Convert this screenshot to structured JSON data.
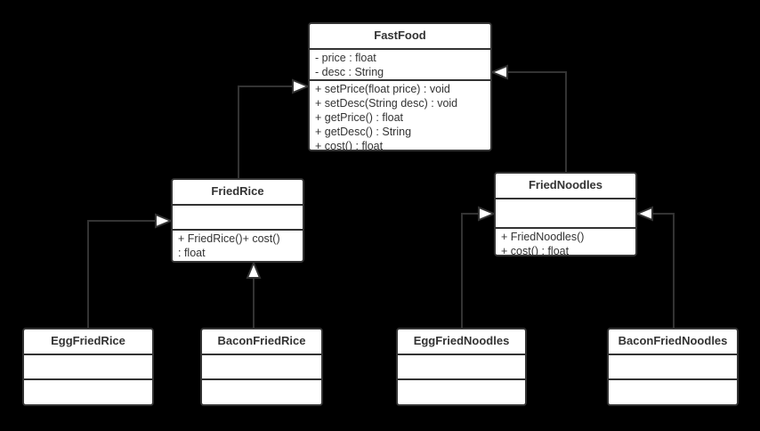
{
  "diagram": {
    "type": "uml-class-diagram",
    "colors": {
      "background": "#000000",
      "box_fill": "#ffffff",
      "stroke": "#333333",
      "text": "#333333"
    },
    "classes": {
      "fastfood": {
        "name": "FastFood",
        "attributes": [
          "- price : float",
          "- desc : String"
        ],
        "methods": [
          "+ setPrice(float price) : void",
          "+ setDesc(String desc) : void",
          "+ getPrice() : float",
          "+ getDesc() : String",
          "+ cost() : float"
        ]
      },
      "friedrice": {
        "name": "FriedRice",
        "attributes": [],
        "methods": [
          "+ FriedRice()+ cost()",
          ": float"
        ]
      },
      "friednoodles": {
        "name": "FriedNoodles",
        "attributes": [],
        "methods": [
          "+ FriedNoodles()",
          "+ cost() : float"
        ]
      },
      "eggfriedrice": {
        "name": "EggFriedRice",
        "attributes": [],
        "methods": []
      },
      "baconfriedrice": {
        "name": "BaconFriedRice",
        "attributes": [],
        "methods": []
      },
      "eggfriednoodles": {
        "name": "EggFriedNoodles",
        "attributes": [],
        "methods": []
      },
      "baconfriednoodles": {
        "name": "BaconFriedNoodles",
        "attributes": [],
        "methods": []
      }
    },
    "relations": [
      {
        "from": "FriedRice",
        "to": "FastFood",
        "type": "inheritance"
      },
      {
        "from": "FriedNoodles",
        "to": "FastFood",
        "type": "inheritance"
      },
      {
        "from": "EggFriedRice",
        "to": "FriedRice",
        "type": "inheritance"
      },
      {
        "from": "BaconFriedRice",
        "to": "FriedRice",
        "type": "inheritance"
      },
      {
        "from": "EggFriedNoodles",
        "to": "FriedNoodles",
        "type": "inheritance"
      },
      {
        "from": "BaconFriedNoodles",
        "to": "FriedNoodles",
        "type": "inheritance"
      }
    ]
  }
}
